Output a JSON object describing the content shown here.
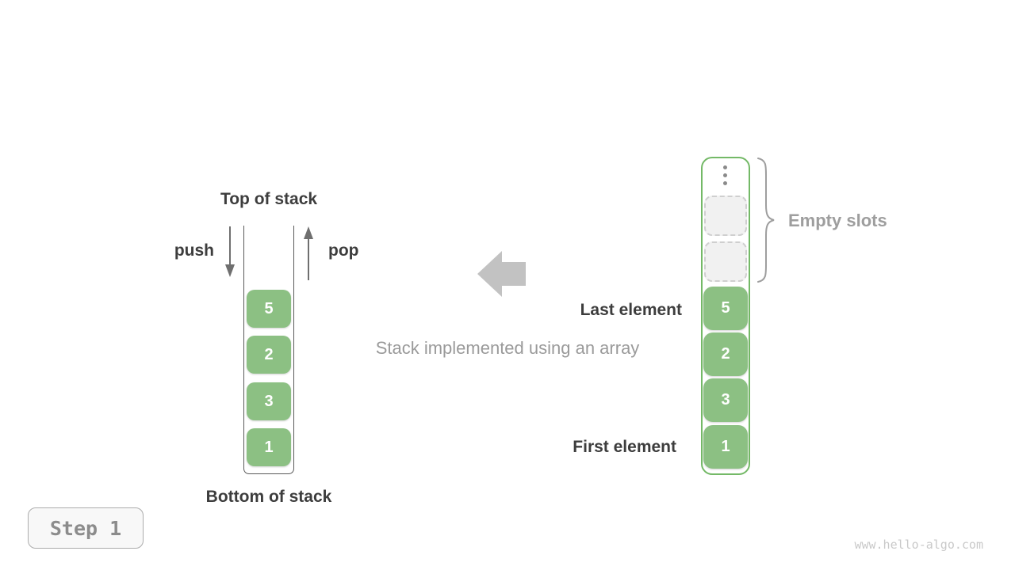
{
  "colors": {
    "block_green": "#8CC083",
    "array_border_green": "#74B967",
    "dark_text": "#3D3D3D",
    "gray_text": "#9A9A9A",
    "light_arrow_gray": "#C2C2C2",
    "empty_slot_bg": "#F1F1F1"
  },
  "left_stack": {
    "top_label": "Top of stack",
    "bottom_label": "Bottom of stack",
    "push_label": "push",
    "pop_label": "pop",
    "blocks": [
      "5",
      "2",
      "3",
      "1"
    ]
  },
  "center": {
    "caption": "Stack implemented using an array"
  },
  "array_stack": {
    "last_element_label": "Last element",
    "first_element_label": "First element",
    "empty_slots_label": "Empty slots",
    "empty_slots_count": 2,
    "blocks": [
      "5",
      "2",
      "3",
      "1"
    ]
  },
  "footer": {
    "step_label": "Step 1",
    "watermark": "www.hello-algo.com"
  }
}
